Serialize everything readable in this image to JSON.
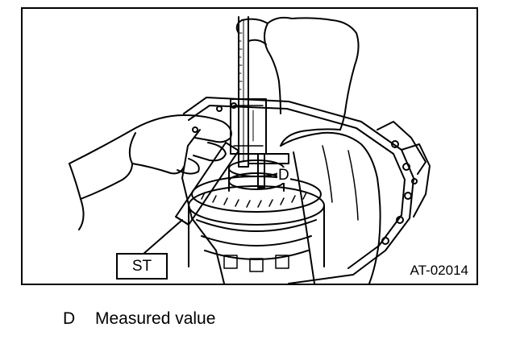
{
  "figure": {
    "callout_d": "D",
    "special_tool_label": "ST",
    "figure_id": "AT-02014"
  },
  "legend": {
    "items": [
      {
        "key": "D",
        "text": "Measured value"
      }
    ]
  }
}
